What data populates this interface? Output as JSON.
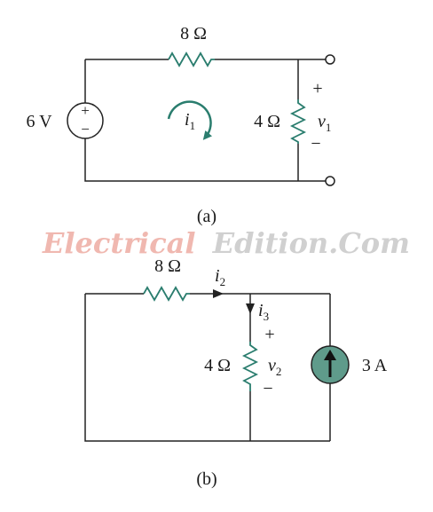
{
  "figure_a": {
    "resistor_top": "8 Ω",
    "resistor_right": "4 Ω",
    "source_label": "6 V",
    "source_plus": "+",
    "source_minus": "−",
    "current_symbol": "i",
    "current_sub": "1",
    "voltage_symbol": "v",
    "voltage_sub": "1",
    "plus": "+",
    "minus": "−",
    "caption": "(a)"
  },
  "figure_b": {
    "resistor_top": "8 Ω",
    "resistor_mid": "4 Ω",
    "source_label": "3 A",
    "current_i2_symbol": "i",
    "current_i2_sub": "2",
    "current_i3_symbol": "i",
    "current_i3_sub": "3",
    "voltage_symbol": "v",
    "voltage_sub": "2",
    "plus": "+",
    "minus": "−",
    "caption": "(b)"
  },
  "watermark": {
    "part1": "Electrical",
    "part2": "Edition",
    "part3": ".Com"
  },
  "colors": {
    "wire": "#222222",
    "resistor": "#2a7d6e",
    "source_fill": "#5f9b8b",
    "watermark_red": "#f0b8b0",
    "watermark_gray": "#d0d0d0"
  }
}
